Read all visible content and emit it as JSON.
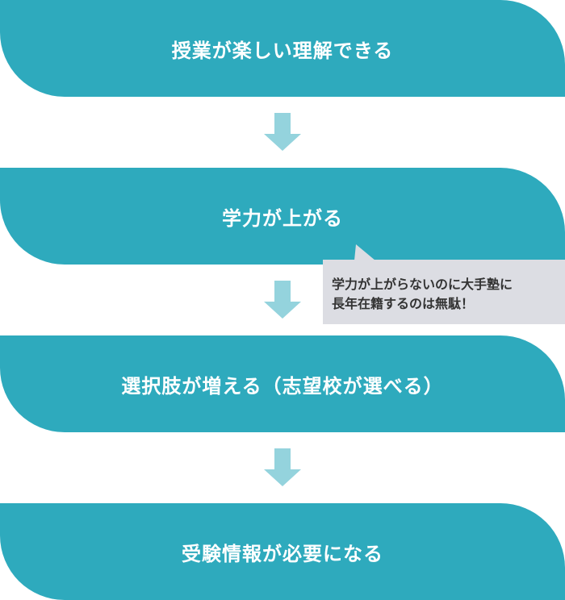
{
  "flow": {
    "steps": [
      {
        "label": "授業が楽しい理解できる"
      },
      {
        "label": "学力が上がる"
      },
      {
        "label": "選択肢が増える（志望校が選べる）"
      },
      {
        "label": "受験情報が必要になる"
      }
    ]
  },
  "callout": {
    "lines": [
      "学力が上がらないのに大手塾に",
      "長年在籍するのは無駄！"
    ]
  },
  "colors": {
    "step_background": "#2eaabd",
    "step_text": "#ffffff",
    "arrow": "#94d3dd",
    "callout_background": "#dcdde3",
    "callout_text": "#333333"
  }
}
